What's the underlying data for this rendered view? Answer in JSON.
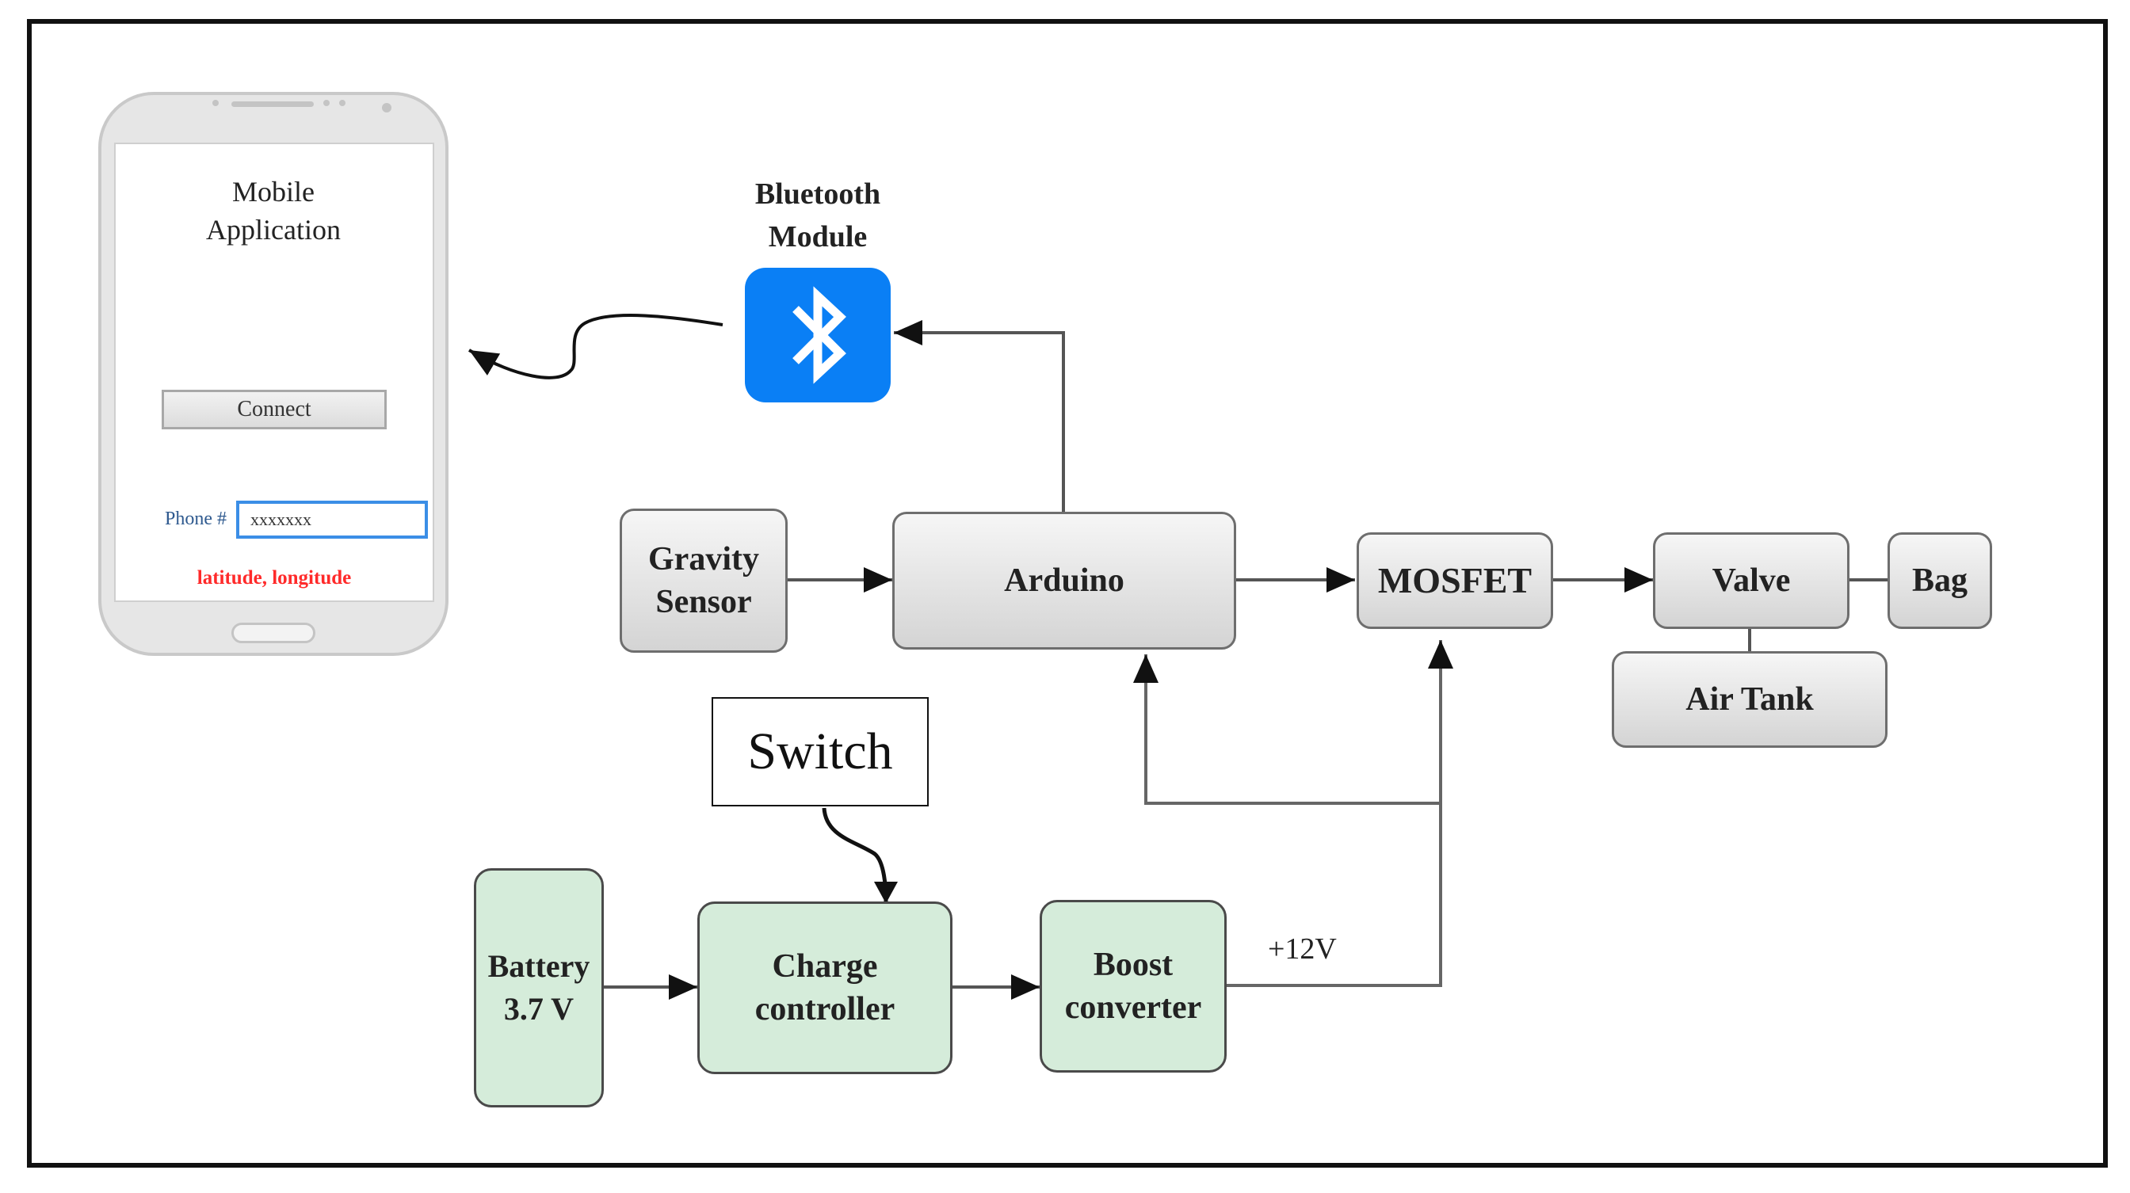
{
  "phone_app": {
    "title_line1": "Mobile",
    "title_line2": "Application",
    "connect_label": "Connect",
    "phone_label": "Phone #",
    "phone_value": "xxxxxxx",
    "location_text": "latitude, longitude"
  },
  "bluetooth": {
    "label_line1": "Bluetooth",
    "label_line2": "Module",
    "icon": "bluetooth-icon",
    "color": "#0a7ff5"
  },
  "blocks": {
    "gravity_line1": "Gravity",
    "gravity_line2": "Sensor",
    "arduino": "Arduino",
    "mosfet": "MOSFET",
    "valve": "Valve",
    "bag": "Bag",
    "air_tank": "Air Tank",
    "battery_line1": "Battery",
    "battery_line2": "3.7 V",
    "charge_line1": "Charge",
    "charge_line2": "controller",
    "boost_line1": "Boost",
    "boost_line2": "converter"
  },
  "switch_label": "Switch",
  "voltage_label": "+12V",
  "colors": {
    "power_block": "#d5ecda",
    "logic_block": "#e4e4e4",
    "location_text": "#ff2a2a",
    "phone_field_border": "#3b8ee6"
  }
}
